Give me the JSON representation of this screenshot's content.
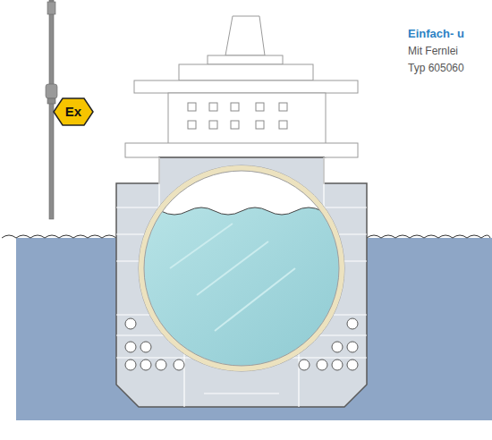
{
  "diagram": {
    "labels": [
      "Einfach- u",
      "Mit Fernlei",
      "Typ 605060",
      "Ex"
    ]
  }
}
